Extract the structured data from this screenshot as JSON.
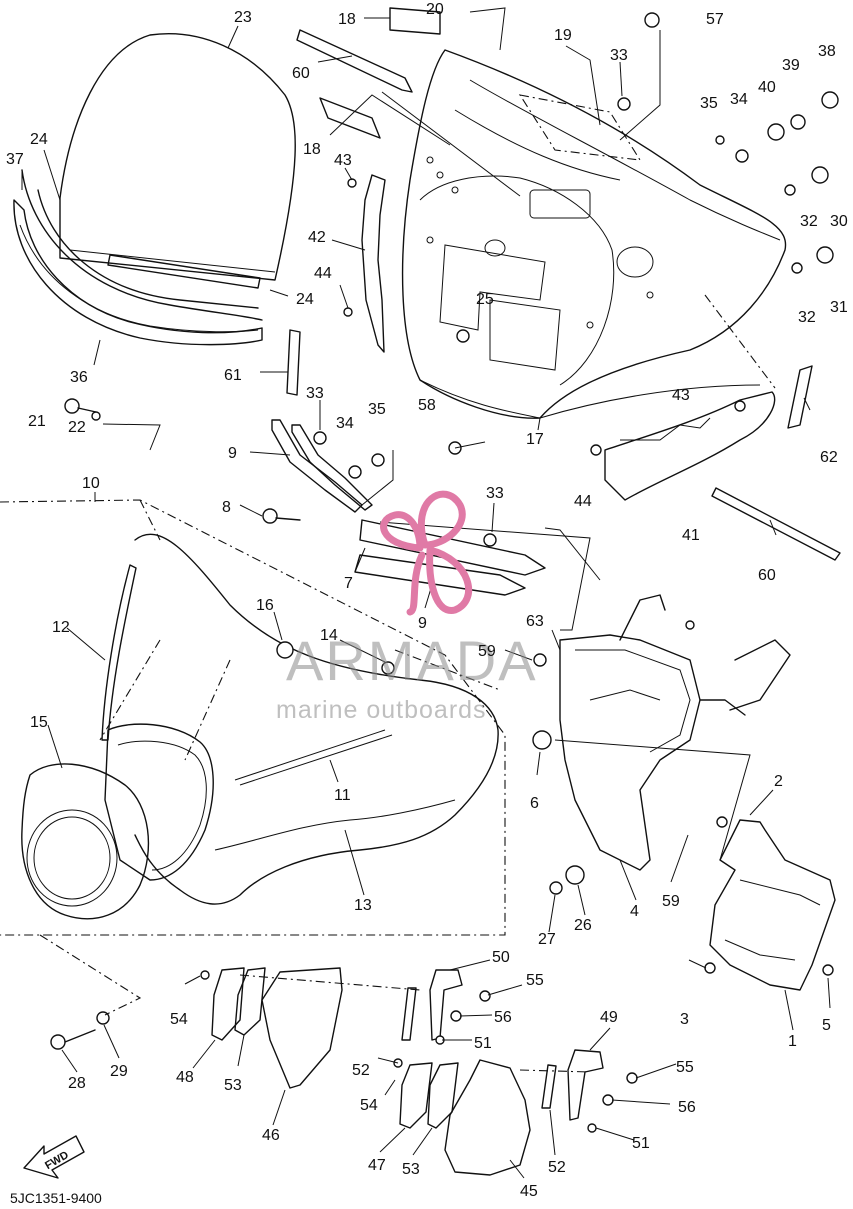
{
  "diagram": {
    "part_code": "5JC1351-9400",
    "fwd_label": "FWD",
    "watermark": {
      "brand": "ARMADA",
      "tagline": "marine outboards",
      "accent_color": "#e07aa6",
      "text_color": "#8a8a8a"
    },
    "callouts": [
      {
        "id": "c23",
        "label": "23"
      },
      {
        "id": "c18a",
        "label": "18"
      },
      {
        "id": "c60a",
        "label": "60"
      },
      {
        "id": "c18b",
        "label": "18"
      },
      {
        "id": "c20",
        "label": "20"
      },
      {
        "id": "c19",
        "label": "19"
      },
      {
        "id": "c33a",
        "label": "33"
      },
      {
        "id": "c57",
        "label": "57"
      },
      {
        "id": "c38",
        "label": "38"
      },
      {
        "id": "c39",
        "label": "39"
      },
      {
        "id": "c40",
        "label": "40"
      },
      {
        "id": "c35a",
        "label": "35"
      },
      {
        "id": "c34a",
        "label": "34"
      },
      {
        "id": "c37",
        "label": "37"
      },
      {
        "id": "c24a",
        "label": "24"
      },
      {
        "id": "c43a",
        "label": "43"
      },
      {
        "id": "c32a",
        "label": "32"
      },
      {
        "id": "c30",
        "label": "30"
      },
      {
        "id": "c42",
        "label": "42"
      },
      {
        "id": "c31",
        "label": "31"
      },
      {
        "id": "c44a",
        "label": "44"
      },
      {
        "id": "c24b",
        "label": "24"
      },
      {
        "id": "c25",
        "label": "25"
      },
      {
        "id": "c32b",
        "label": "32"
      },
      {
        "id": "c36",
        "label": "36"
      },
      {
        "id": "c61",
        "label": "61"
      },
      {
        "id": "c33b",
        "label": "33"
      },
      {
        "id": "c35b",
        "label": "35"
      },
      {
        "id": "c34b",
        "label": "34"
      },
      {
        "id": "c58",
        "label": "58"
      },
      {
        "id": "c43b",
        "label": "43"
      },
      {
        "id": "c21",
        "label": "21"
      },
      {
        "id": "c22",
        "label": "22"
      },
      {
        "id": "c9a",
        "label": "9"
      },
      {
        "id": "c17",
        "label": "17"
      },
      {
        "id": "c62",
        "label": "62"
      },
      {
        "id": "c10",
        "label": "10"
      },
      {
        "id": "c44b",
        "label": "44"
      },
      {
        "id": "c33c",
        "label": "33"
      },
      {
        "id": "c8",
        "label": "8"
      },
      {
        "id": "c41",
        "label": "41"
      },
      {
        "id": "c7",
        "label": "7"
      },
      {
        "id": "c60b",
        "label": "60"
      },
      {
        "id": "c9b",
        "label": "9"
      },
      {
        "id": "c12",
        "label": "12"
      },
      {
        "id": "c16",
        "label": "16"
      },
      {
        "id": "c63",
        "label": "63"
      },
      {
        "id": "c14",
        "label": "14"
      },
      {
        "id": "c59a",
        "label": "59"
      },
      {
        "id": "c15",
        "label": "15"
      },
      {
        "id": "c11",
        "label": "11"
      },
      {
        "id": "c6",
        "label": "6"
      },
      {
        "id": "c2",
        "label": "2"
      },
      {
        "id": "c13",
        "label": "13"
      },
      {
        "id": "c4",
        "label": "4"
      },
      {
        "id": "c59b",
        "label": "59"
      },
      {
        "id": "c27",
        "label": "27"
      },
      {
        "id": "c26",
        "label": "26"
      },
      {
        "id": "c50",
        "label": "50"
      },
      {
        "id": "c55a",
        "label": "55"
      },
      {
        "id": "c54a",
        "label": "54"
      },
      {
        "id": "c56a",
        "label": "56"
      },
      {
        "id": "c3",
        "label": "3"
      },
      {
        "id": "c5",
        "label": "5"
      },
      {
        "id": "c48",
        "label": "48"
      },
      {
        "id": "c53a",
        "label": "53"
      },
      {
        "id": "c51a",
        "label": "51"
      },
      {
        "id": "c49",
        "label": "49"
      },
      {
        "id": "c1",
        "label": "1"
      },
      {
        "id": "c28",
        "label": "28"
      },
      {
        "id": "c29",
        "label": "29"
      },
      {
        "id": "c52a",
        "label": "52"
      },
      {
        "id": "c55b",
        "label": "55"
      },
      {
        "id": "c54b",
        "label": "54"
      },
      {
        "id": "c46",
        "label": "46"
      },
      {
        "id": "c56b",
        "label": "56"
      },
      {
        "id": "c51b",
        "label": "51"
      },
      {
        "id": "c47",
        "label": "47"
      },
      {
        "id": "c53b",
        "label": "53"
      },
      {
        "id": "c52b",
        "label": "52"
      },
      {
        "id": "c45",
        "label": "45"
      }
    ]
  }
}
